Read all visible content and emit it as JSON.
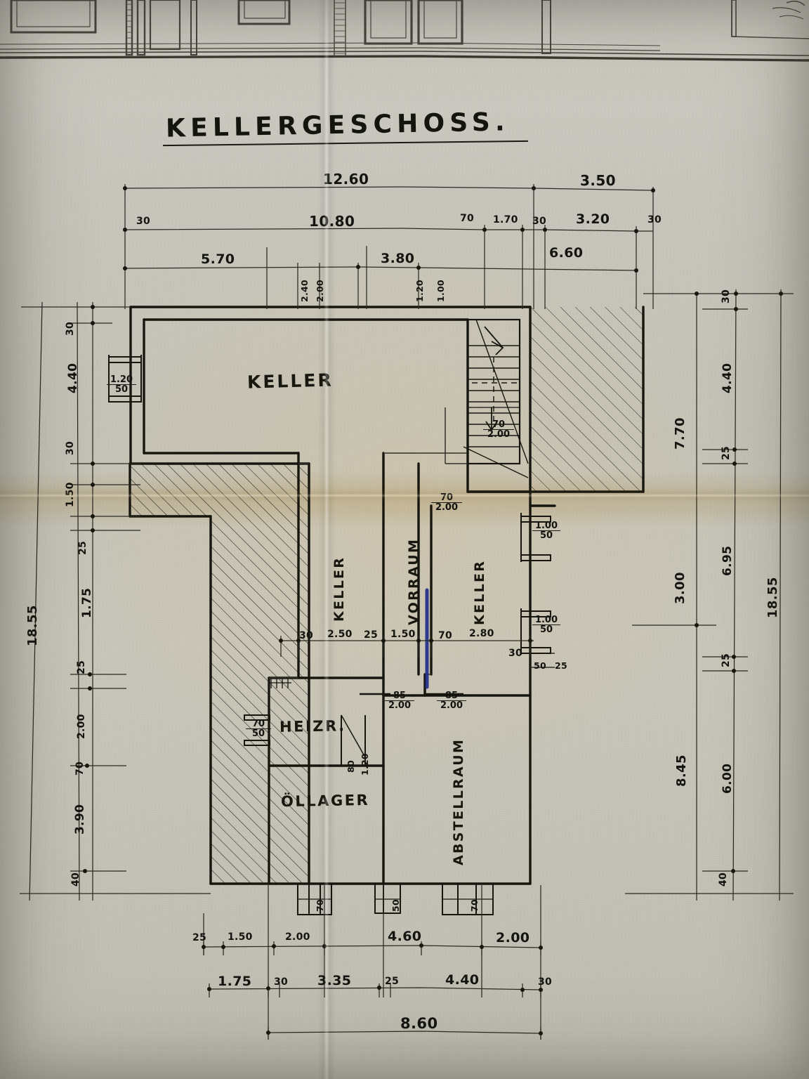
{
  "sheet": {
    "title": "KELLERGESCHOSS.",
    "medium": "hand-drawn pencil architectural floor plan on folded tracing/blueprint paper",
    "paper_color": "#c7c5ba",
    "ink_color": "#1a1a16"
  },
  "rooms": [
    {
      "name": "keller-north",
      "label": "KELLER",
      "orientation": "horizontal"
    },
    {
      "name": "keller-mid-left",
      "label": "KELLER",
      "orientation": "vertical"
    },
    {
      "name": "vorraum",
      "label": "VORRAUM",
      "orientation": "vertical"
    },
    {
      "name": "keller-mid-right",
      "label": "KELLER",
      "orientation": "vertical"
    },
    {
      "name": "heizraum",
      "label": "HEIZR.",
      "orientation": "horizontal"
    },
    {
      "name": "oellager",
      "label": "ÖLLAGER",
      "orientation": "horizontal"
    },
    {
      "name": "abstellraum",
      "label": "ABSTELLRAUM",
      "orientation": "vertical"
    }
  ],
  "dimensions": {
    "top_row_1": [
      "12.60",
      "3.50"
    ],
    "top_row_2": [
      "30",
      "10.80",
      "70",
      "1.70",
      "30",
      "3.20",
      "30"
    ],
    "top_row_3": [
      "5.70",
      "3.80",
      "6.60"
    ],
    "top_vertical_ticks": [
      "2.40",
      "2.00",
      "1.20",
      "1.00"
    ],
    "left_chain": [
      "30",
      "4.40",
      "30",
      "1.50",
      "25",
      "1.75",
      "25",
      "2.00",
      "70",
      "3.90",
      "40"
    ],
    "left_overall": "18.55",
    "right_inner": [
      "7.70",
      "3.00"
    ],
    "right_chain": [
      "30",
      "4.40",
      "25",
      "6.95",
      "25",
      "6.00",
      "40"
    ],
    "right_chain_2": [
      "8.45"
    ],
    "right_overall": "18.55",
    "middle_row": [
      "30",
      "2.50",
      "25",
      "1.50",
      "70",
      "2.80",
      "30"
    ],
    "bottom_row_1": [
      "25",
      "1.50",
      "2.00",
      "4.60",
      "2.00"
    ],
    "bottom_row_2": [
      "1.75",
      "30",
      "3.35",
      "25",
      "4.40",
      "30"
    ],
    "bottom_overall": "8.60",
    "small_right_stack": [
      "50",
      "25"
    ]
  },
  "openings": [
    {
      "name": "window-west-keller",
      "width": "1.20",
      "height": "50"
    },
    {
      "name": "door-stair-north",
      "width": "70",
      "height": "2.00"
    },
    {
      "name": "door-vorraum-north",
      "width": "70",
      "height": "2.00"
    },
    {
      "name": "window-east-upper",
      "width": "1.00",
      "height": "50"
    },
    {
      "name": "window-east-lower",
      "width": "1.00",
      "height": "50"
    },
    {
      "name": "door-heizraum",
      "width": "70",
      "height": "50"
    },
    {
      "name": "door-left-center",
      "width": "85",
      "height": "2.00"
    },
    {
      "name": "door-right-center",
      "width": "85",
      "height": "2.00"
    },
    {
      "name": "window-oellager",
      "width": "80",
      "height": "1.20"
    }
  ],
  "annotations": {
    "stair_direction": "arrow pointing down the run",
    "hatching": "diagonal hatch = earth / unexcavated & adjoining building",
    "highlight": "blue pen stroke along vorraum east wall"
  }
}
